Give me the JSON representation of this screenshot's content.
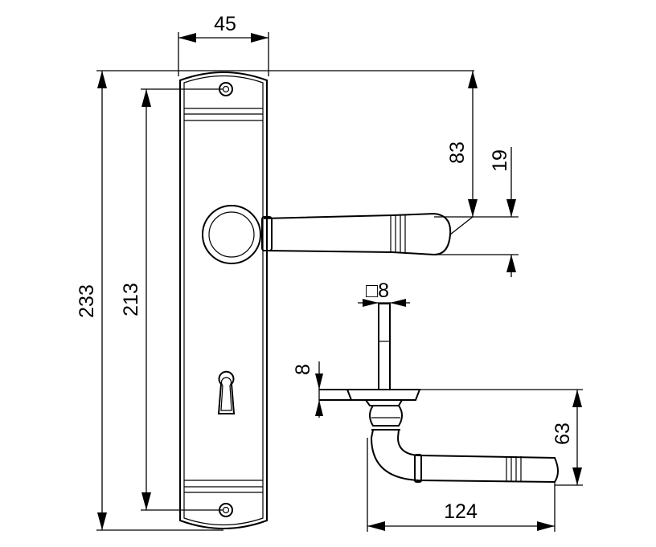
{
  "drawing": {
    "front_view": {
      "plate_width": "45",
      "overall_height": "233",
      "screw_spacing": "213",
      "handle_to_top": "83",
      "handle_height": "19"
    },
    "side_view": {
      "spindle_square": "□8",
      "plate_thickness": "8",
      "handle_projection": "63",
      "handle_length": "124"
    }
  }
}
